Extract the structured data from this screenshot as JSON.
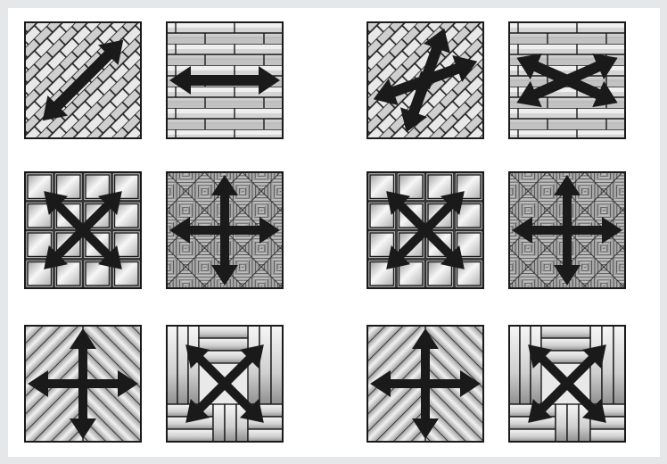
{
  "colors": {
    "page_background": "#e6e7e8",
    "panel_background": "#ffffff",
    "ink": "#1a1a1a",
    "tile_light": "#f4f4f4",
    "tile_dark": "#8c8c8c",
    "arrow": "#1a1a1a"
  },
  "layout_groups": [
    {
      "name": "left-group",
      "tiles": [
        {
          "pattern": "diagonal-planks",
          "arrow": "diagonal-two-way-arrow-icon"
        },
        {
          "pattern": "horizontal-brick",
          "arrow": "horizontal-two-way-arrow-icon"
        },
        {
          "pattern": "square-grid",
          "arrow": "four-way-diagonal-arrow-icon"
        },
        {
          "pattern": "basketweave",
          "arrow": "four-way-cross-arrow-icon"
        },
        {
          "pattern": "herringbone",
          "arrow": "four-way-cross-arrow-icon"
        },
        {
          "pattern": "pinwheel-planks",
          "arrow": "four-way-diagonal-arrow-icon"
        }
      ]
    },
    {
      "name": "right-group",
      "tiles": [
        {
          "pattern": "diagonal-planks",
          "arrow": "four-way-skewed-arrow-icon"
        },
        {
          "pattern": "horizontal-brick",
          "arrow": "four-way-flat-x-arrow-icon"
        },
        {
          "pattern": "square-grid",
          "arrow": "four-way-diagonal-arrow-icon"
        },
        {
          "pattern": "basketweave",
          "arrow": "four-way-cross-arrow-icon"
        },
        {
          "pattern": "herringbone",
          "arrow": "four-way-cross-arrow-icon"
        },
        {
          "pattern": "pinwheel-planks",
          "arrow": "four-way-diagonal-arrow-icon"
        }
      ]
    }
  ]
}
